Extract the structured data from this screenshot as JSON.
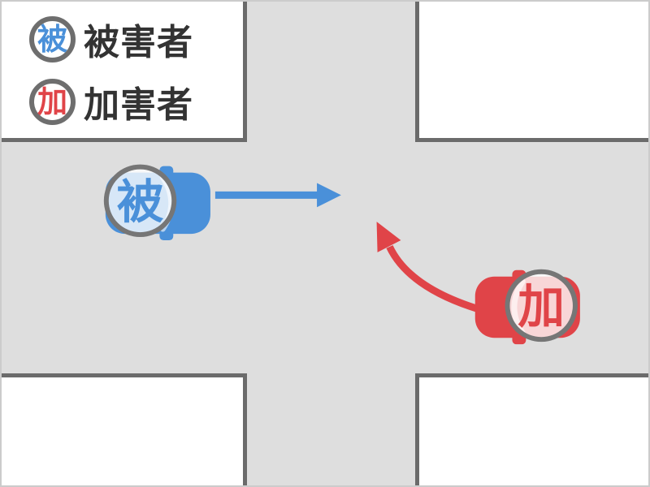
{
  "colors": {
    "road": "#dedede",
    "block_fill": "#ffffff",
    "block_border": "#6b6b6b",
    "canvas_border": "#cccccc",
    "victim_blue": "#4a90d9",
    "perpetrator_red": "#e04448",
    "badge_ring_gray": "#767676",
    "legend_text": "#333333"
  },
  "legend": {
    "items": [
      {
        "id": "victim",
        "symbol": "被",
        "label": "被害者"
      },
      {
        "id": "perpetrator",
        "symbol": "加",
        "label": "加害者"
      }
    ]
  },
  "scene": {
    "layout": "four-way intersection, roads gray, corner lots white",
    "vehicles": [
      {
        "role": "victim",
        "badge": "被",
        "color": "#4a90d9",
        "location": "west approach",
        "arrow": "straight east"
      },
      {
        "role": "perpetrator",
        "badge": "加",
        "color": "#e04448",
        "location": "east approach",
        "arrow": "curving up toward northwest"
      }
    ]
  }
}
